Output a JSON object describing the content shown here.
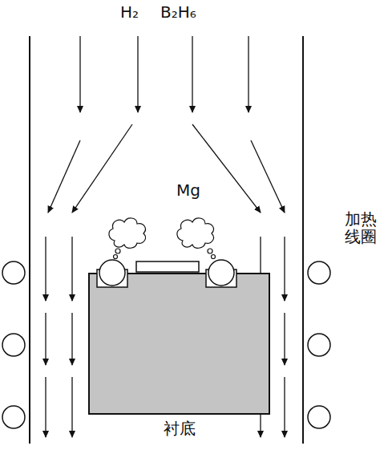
{
  "diagram": {
    "nodes": [
      {
        "text": [
          "衬底"
        ]
      }
    ],
    "labels": [
      "H₂",
      "B₂H₆",
      "Mg",
      "加热线圈"
    ]
  }
}
